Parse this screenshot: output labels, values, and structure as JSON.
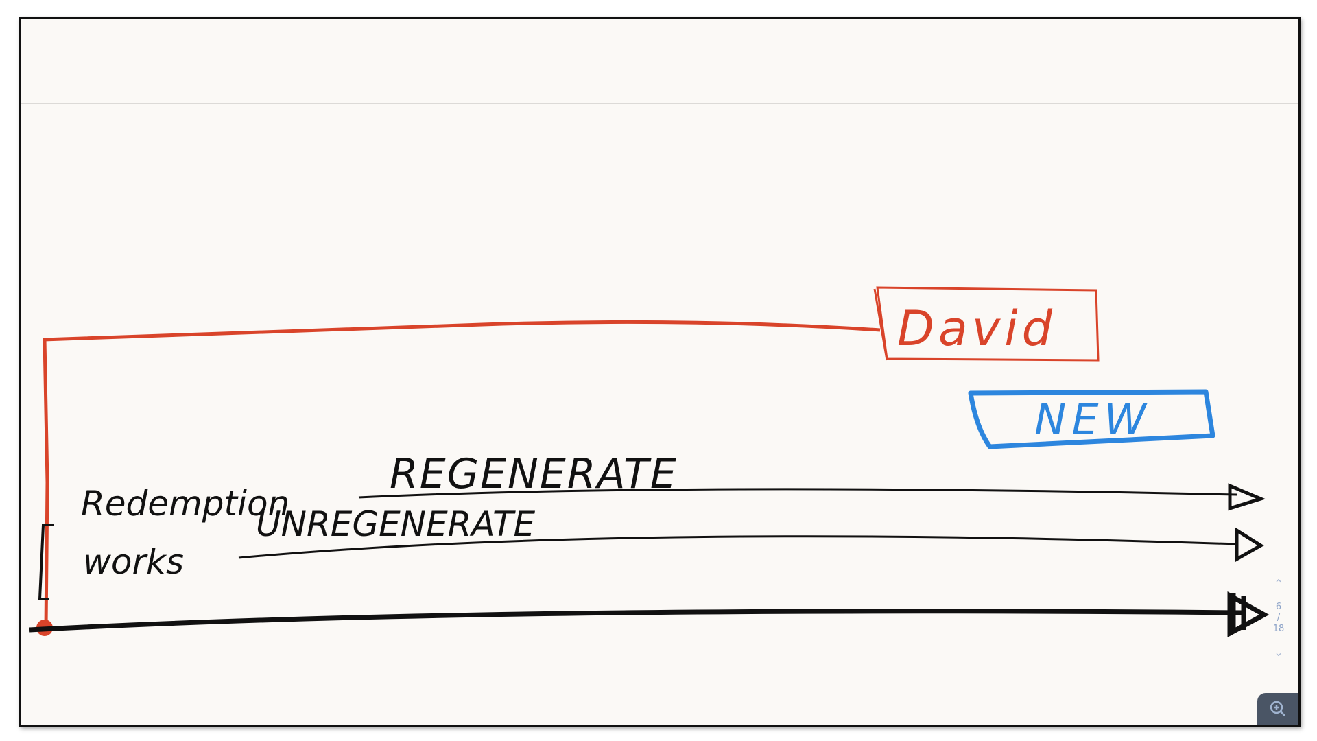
{
  "board": {
    "labels": {
      "david": "David",
      "new": "NEW",
      "regenerate": "REGENERATE",
      "unregenerate": "UNREGENERATE",
      "redemption": "Redemption",
      "works": "works"
    },
    "colors": {
      "red": "#d9442a",
      "blue": "#2d86de",
      "ink": "#111111"
    }
  },
  "pager": {
    "current": "6",
    "separator": "/",
    "total": "18",
    "up_icon": "chevron-up-icon",
    "down_icon": "chevron-down-icon"
  },
  "zoom_button": {
    "icon": "zoom-in-icon"
  }
}
